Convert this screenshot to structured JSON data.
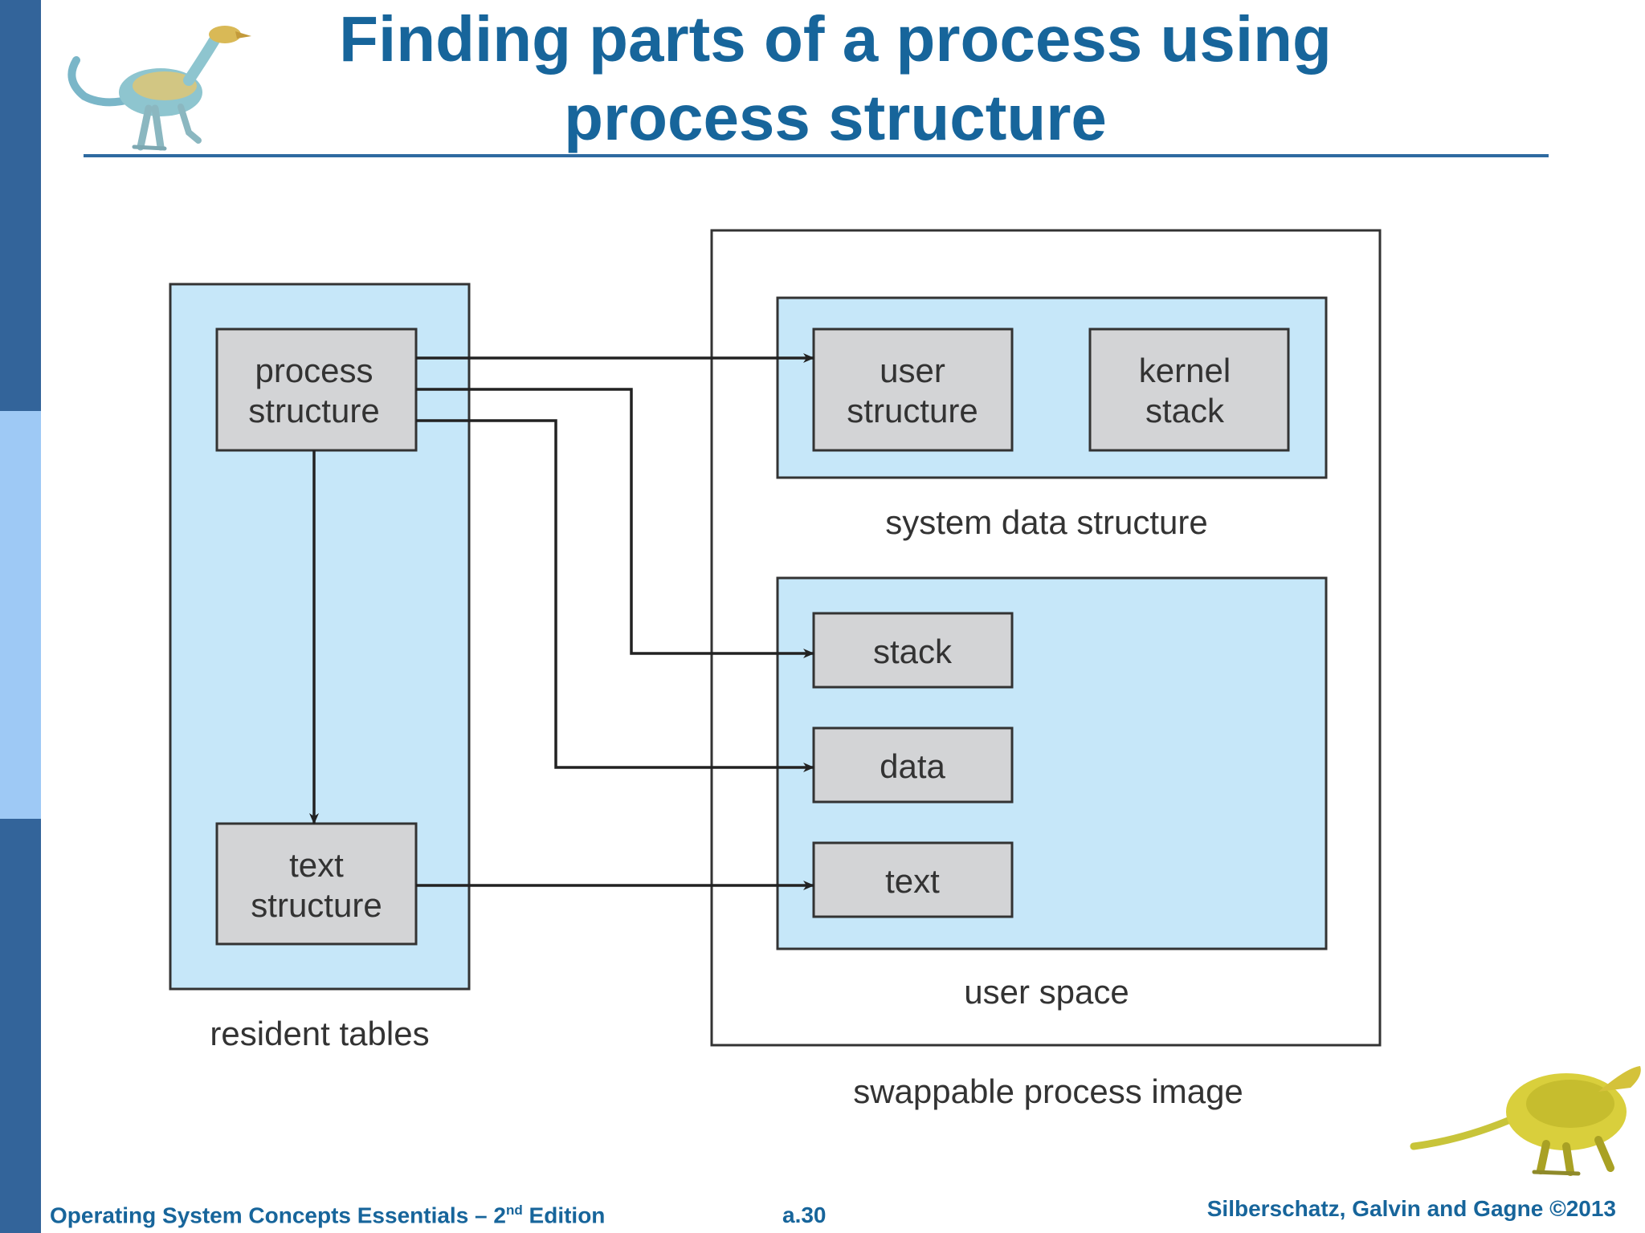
{
  "slide": {
    "title_line1": "Finding parts of a process using",
    "title_line2": "process structure"
  },
  "diagram": {
    "resident_tables": {
      "label": "resident tables",
      "process_structure": [
        "process",
        "structure"
      ],
      "text_structure": [
        "text",
        "structure"
      ]
    },
    "swappable_process_image": {
      "label": "swappable process image",
      "system_data_structure": {
        "label": "system data structure",
        "user_structure": [
          "user",
          "structure"
        ],
        "kernel_stack": [
          "kernel",
          "stack"
        ]
      },
      "user_space": {
        "label": "user space",
        "stack": "stack",
        "data": "data",
        "text": "text"
      }
    }
  },
  "footer": {
    "left_prefix": "Operating System Concepts Essentials – 2",
    "left_sup": "nd",
    "left_suffix": " Edition",
    "center": "a.30",
    "right": "Silberschatz, Galvin and Gagne ©2013"
  },
  "colors": {
    "title": "#17659b",
    "sidebar_dark": "#33649a",
    "sidebar_light": "#9ec9f5",
    "panel_fill": "#c6e7f9",
    "box_fill": "#d3d4d6"
  }
}
